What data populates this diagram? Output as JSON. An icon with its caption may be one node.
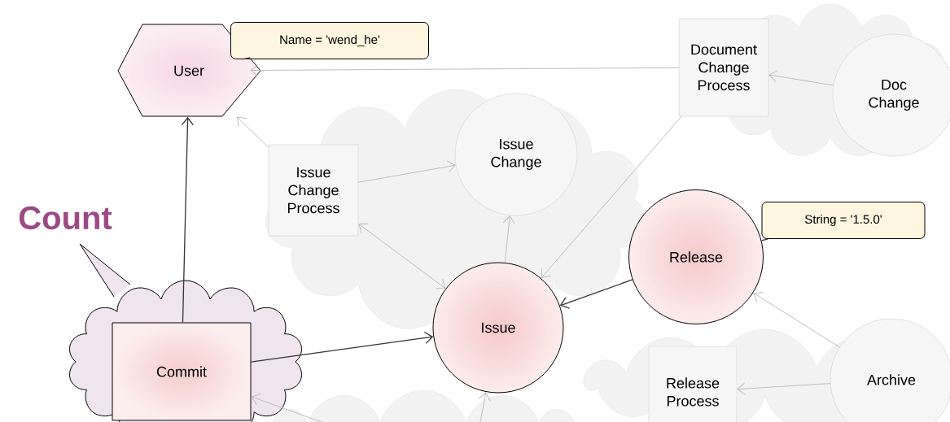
{
  "diagram": {
    "nodes": [
      {
        "text": [
          "User"
        ]
      },
      {
        "text": [
          "Name = 'wend_he'"
        ]
      },
      {
        "text": [
          "Document Change Process"
        ]
      },
      {
        "text": [
          "Doc Change"
        ]
      },
      {
        "text": [
          "Issue Change Process"
        ]
      },
      {
        "text": [
          "Issue Change"
        ]
      },
      {
        "text": [
          "Count"
        ]
      },
      {
        "text": [
          "Commit"
        ],
        "in": 6
      },
      {
        "text": [
          "Release"
        ]
      },
      {
        "text": [
          "String = '1.5.0'"
        ]
      },
      {
        "text": [
          "Issue"
        ]
      },
      {
        "text": [
          "Release Process"
        ]
      },
      {
        "text": [
          "Archive"
        ]
      }
    ],
    "edges": [
      {
        "from": 7,
        "to": 0,
        "arrow": "to",
        "color": "#333333"
      },
      {
        "from": 1,
        "to": 0,
        "arrow": "none",
        "color": "#333333"
      },
      {
        "from": 2,
        "to": 0,
        "arrow": "to"
      },
      {
        "from": 4,
        "to": 0,
        "arrow": "to"
      },
      {
        "from": 4,
        "to": 5,
        "arrow": "to"
      },
      {
        "from": 3,
        "to": 2,
        "arrow": "to"
      },
      {
        "from": 2,
        "to": 10,
        "arrow": "to"
      },
      {
        "from": 10,
        "to": 5,
        "arrow": "to"
      },
      {
        "from": 4,
        "to": 10,
        "arrow": "both"
      },
      {
        "from": 7,
        "to": 10,
        "arrow": "to",
        "color": "#333333"
      },
      {
        "from": 8,
        "to": 10,
        "arrow": "to",
        "color": "#333333"
      },
      {
        "from": 9,
        "to": 8,
        "arrow": "none",
        "color": "#333333"
      },
      {
        "from": 12,
        "to": 8,
        "arrow": "to"
      },
      {
        "from": 12,
        "to": 11,
        "arrow": "to"
      },
      {
        "from": null,
        "to": 7,
        "arrow": "to"
      },
      {
        "from": null,
        "to": 10,
        "arrow": "to"
      }
    ]
  }
}
